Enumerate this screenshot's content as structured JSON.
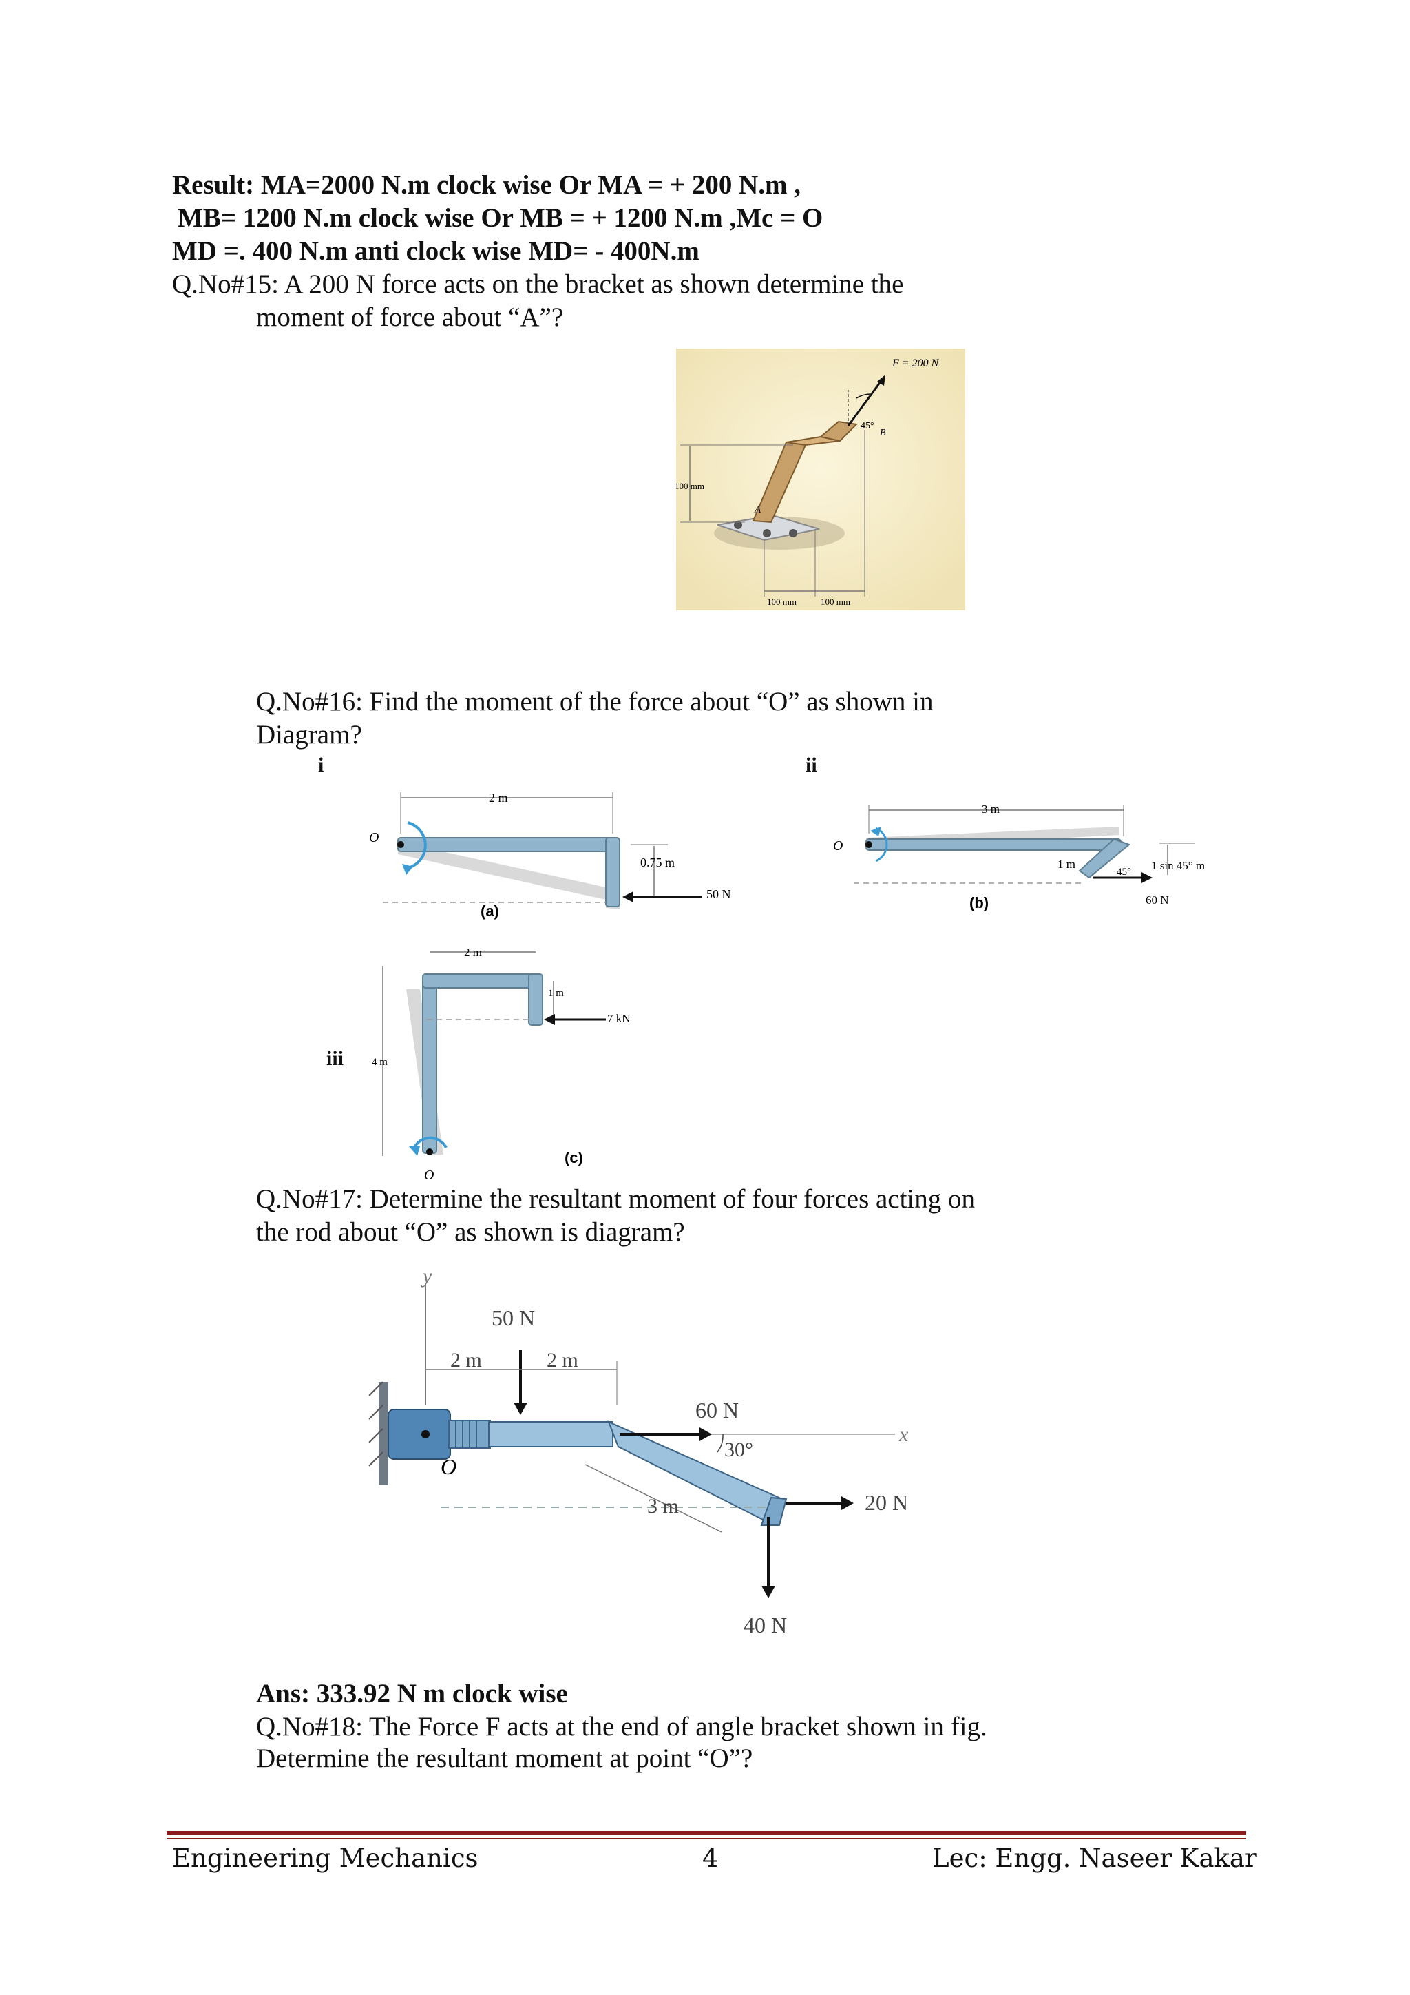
{
  "results": {
    "line1": "Result: MA=2000 N.m clock wise Or MA = + 200 N.m ,",
    "line2": "MB= 1200 N.m clock wise Or MB = + 1200 N.m ,Mc = O",
    "line3": "MD =.  400  N.m    anti  clock  wise  MD= - 400N.m"
  },
  "q15": {
    "line1": "Q.No#15: A 200 N force acts on the bracket as shown determine the",
    "line2": "moment of force about “A”?",
    "figure": {
      "force_label": "F = 200 N",
      "angle_label": "45°",
      "point_a": "A",
      "point_b": "B",
      "dim_vertical": "100 mm",
      "dim_h1": "100 mm",
      "dim_h2": "100 mm"
    }
  },
  "q16": {
    "line1": "Q.No#16: Find the moment of the force about “O” as shown in",
    "line2": "Diagram?",
    "part_i": "i",
    "part_ii": "ii",
    "part_iii": "iii",
    "fig_a": {
      "caption": "(a)",
      "point": "O",
      "dim_len": "2 m",
      "dim_drop": "0.75 m",
      "force": "50 N"
    },
    "fig_b": {
      "caption": "(b)",
      "point": "O",
      "dim_len": "3 m",
      "dim_seg": "1 m",
      "angle": "45°",
      "dim_sin": "1 sin 45° m",
      "force": "60 N"
    },
    "fig_c": {
      "caption": "(c)",
      "point": "O",
      "dim_width": "2 m",
      "dim_drop": "1 m",
      "dim_height": "4 m",
      "force": "7 kN"
    }
  },
  "q17": {
    "line1": "Q.No#17: Determine  the resultant  moment  of four forces acting  on",
    "line2": "the  rod  about  “O”  as  shown  is  diagram?",
    "figure": {
      "axis_y": "y",
      "axis_x": "x",
      "origin": "O",
      "f1": "50 N",
      "d1": "2 m",
      "d2": "2 m",
      "f2": "60 N",
      "angle": "30°",
      "d3": "3 m",
      "f3": "20 N",
      "f4": "40 N"
    }
  },
  "q18": {
    "answer": "Ans: 333.92 N m clock wise",
    "line1": "Q.No#18: The  Force  F  acts  at  the  end  of  angle   bracket  shown  in  fig.",
    "line2": "Determine  the resultant  moment  at point  “O”?"
  },
  "footer": {
    "left": "Engineering Mechanics",
    "page": "4",
    "right": "Lec:  Engg. Naseer Kakar"
  },
  "colors": {
    "footer_rule": "#8b1a1a",
    "bracket": "#c8a06a",
    "rod": "#8fb4cc",
    "arrow_blue": "#3a9bd5"
  }
}
